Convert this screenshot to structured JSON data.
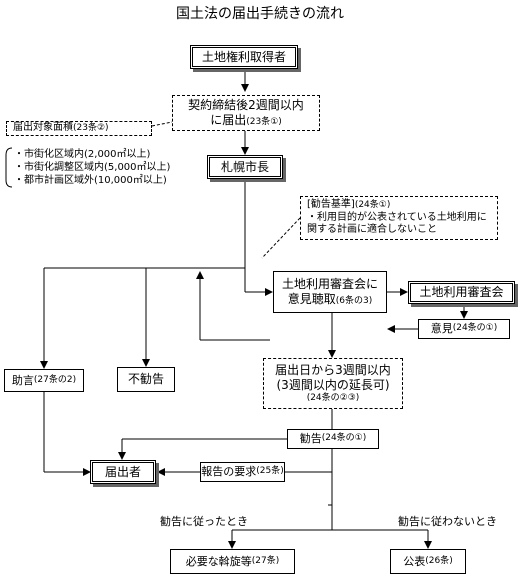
{
  "title": "国土法の届出手続きの流れ",
  "nodes": {
    "acquirer": "土地権利取得者",
    "contract_1": "契約締結後2週間以内",
    "contract_2": "に届出",
    "contract_ref": "(23条①)",
    "area_title_main": "届出対象面積",
    "area_title_ref": "(23条②)",
    "area_items": [
      {
        "text": "・市街化区域内(2,000㎡以上)"
      },
      {
        "text": "・市街化調整区域内(5,000㎡以上)"
      },
      {
        "text": "・都市計画区域外(10,000㎡以上)"
      }
    ],
    "mayor": "札幌市長",
    "criteria_title_main": "[勧告基準]",
    "criteria_title_ref": "(24条①)",
    "criteria_body_1": "・利用目的が公表されている土地利用に",
    "criteria_body_2": "関する計画に適合しないこと",
    "hearing_1": "土地利用審査会に",
    "hearing_2": "意見聴取",
    "hearing_ref": "(6条の3)",
    "council": "土地利用審査会",
    "opinion": "意見",
    "opinion_ref": "(24条の①)",
    "advice": "助言",
    "advice_ref": "(27条の2)",
    "no_rec": "不勧告",
    "deadline_1": "届出日から3週間以内",
    "deadline_2": "(3週間以内の延長可)",
    "deadline_ref": "(24条の②③)",
    "rec": "勧告",
    "rec_ref": "(24条の①)",
    "notifier": "届出者",
    "report": "報告の要求",
    "report_ref": "(25条)",
    "followed": "勧告に従ったとき",
    "not_followed": "勧告に従わないとき",
    "mediation": "必要な斡旋等",
    "mediation_ref": "(27条)",
    "publication": "公表",
    "publication_ref": "(26条)"
  }
}
